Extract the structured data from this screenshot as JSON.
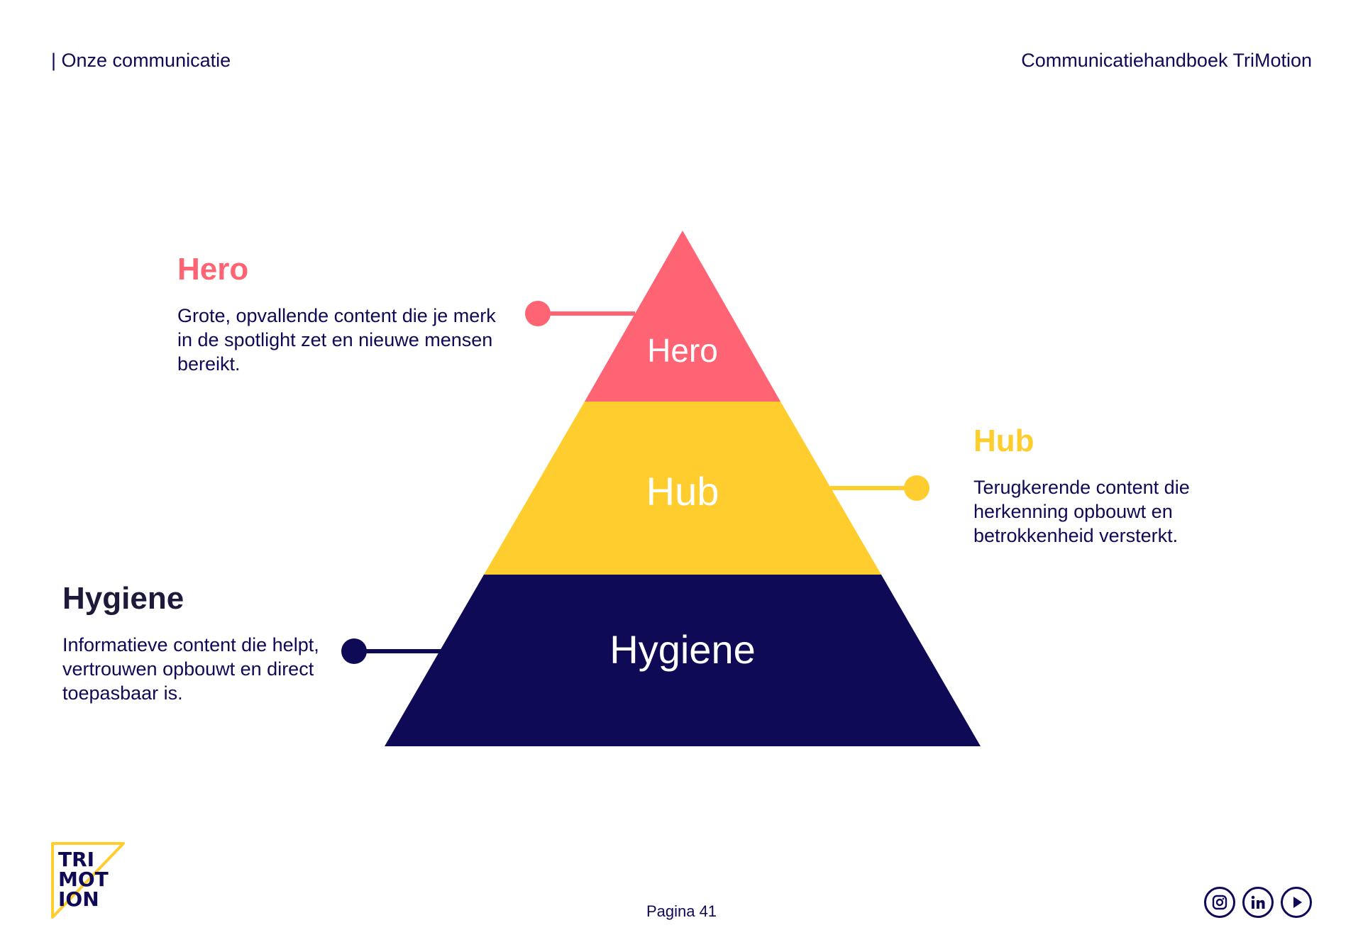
{
  "header": {
    "left": "| Onze communicatie",
    "right": "Communicatiehandboek TriMotion"
  },
  "pyramid": {
    "levels": [
      {
        "label": "Hero",
        "color": "#ff6474"
      },
      {
        "label": "Hub",
        "color": "#ffcd2e"
      },
      {
        "label": "Hygiene",
        "color": "#0f0a55"
      }
    ],
    "text_color": "#ffffff"
  },
  "blocks": {
    "hero": {
      "title": "Hero",
      "desc": "Grote, opvallende content die je merk in de spotlight zet en nieuwe mensen bereikt.",
      "color": "#ff6474"
    },
    "hub": {
      "title": "Hub",
      "desc": "Terugkerende content die herkenning opbouwt en betrokkenheid versterkt.",
      "color": "#ffcd2e"
    },
    "hygiene": {
      "title": "Hygiene",
      "desc": "Informatieve content die helpt, vertrouwen opbouwt en direct toepasbaar is.",
      "color": "#0f0a55"
    }
  },
  "footer": {
    "logo_text": "TRIMOTION",
    "page_label": "Pagina 41",
    "social_icons": [
      "instagram-icon",
      "linkedin-icon",
      "youtube-icon"
    ]
  }
}
